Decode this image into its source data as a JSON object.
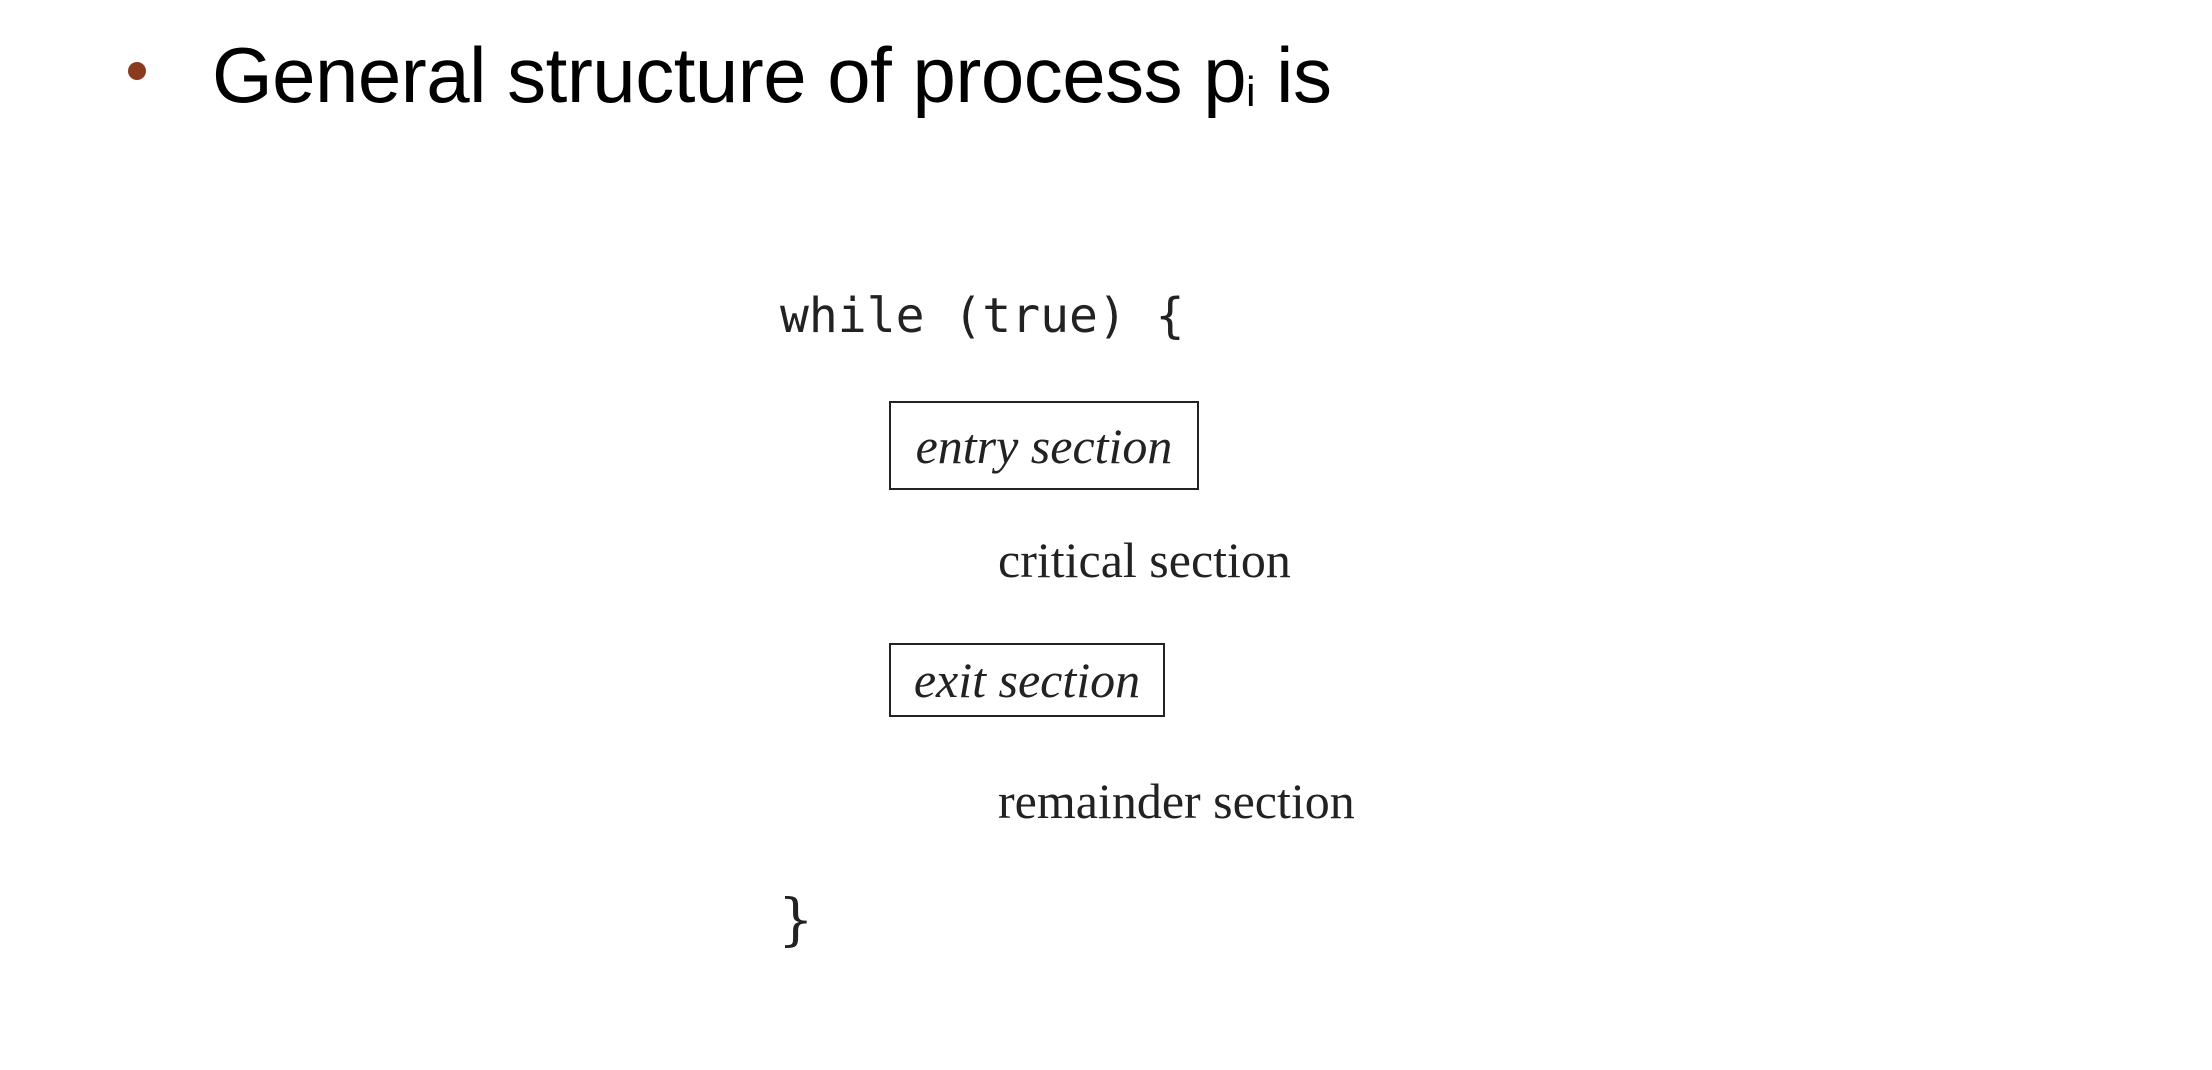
{
  "slide": {
    "bullet": {
      "text_main": "General structure of process p",
      "text_sub": "i",
      "text_tail": " is",
      "bullet_color": "#8b3a1e"
    },
    "code": {
      "while_line": "while (true) {",
      "entry_section": "entry section",
      "critical_section": "critical section",
      "exit_section": "exit section",
      "remainder_section": "remainder section",
      "closing_brace": "}"
    }
  }
}
